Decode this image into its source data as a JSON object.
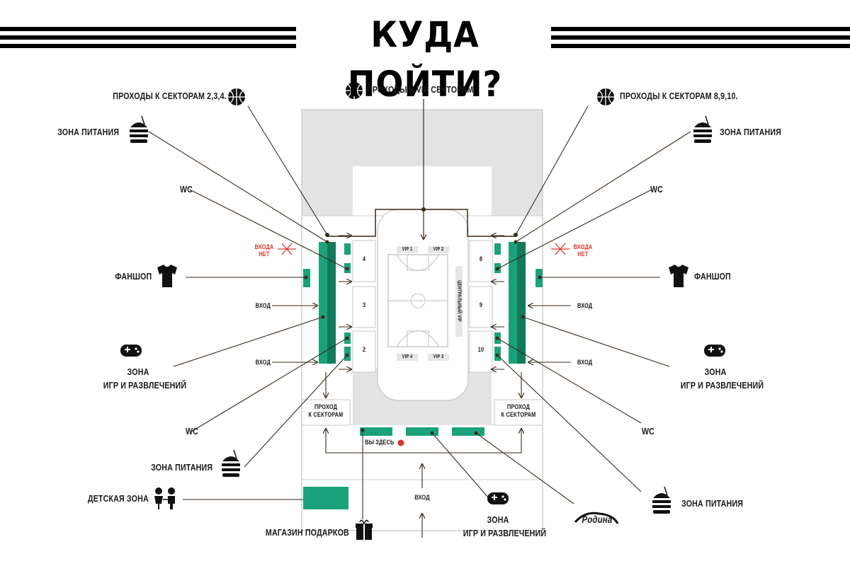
{
  "title": "КУДА ПОЙТИ?",
  "labels": {
    "passages_2_3_4": "ПРОХОДЫ К СЕКТОРАМ 2,3,4.",
    "passages_vip": "ПРОХОДЫ К VIP СЕКТОРАМ",
    "passages_8_9_10": "ПРОХОДЫ К СЕКТОРАМ 8,9,10.",
    "food_zone": "ЗОНА ПИТАНИЯ",
    "wc": "WC",
    "no_entry_line1": "ВХОДА",
    "no_entry_line2": "НЕТ",
    "fanshop": "ФАНШОП",
    "entrance": "ВХОД",
    "games_line1": "ЗОНА",
    "games_line2": "ИГР И РАЗВЛЕЧЕНИЙ",
    "passage_line1": "ПРОХОД",
    "passage_line2": "К СЕКТОРАМ",
    "you_are_here": "ВЫ ЗДЕСЬ",
    "kids_zone": "ДЕТСКАЯ ЗОНА",
    "gift_shop": "МАГАЗИН ПОДАРКОВ",
    "brand": "Родина",
    "central_vip": "ЦЕНТРАЛЬНЫЙ VIP"
  },
  "sectors": [
    "2",
    "3",
    "4",
    "8",
    "9",
    "10"
  ],
  "vip_boxes": [
    "VIP 1",
    "VIP 2",
    "VIP 3",
    "VIP 4"
  ],
  "colors": {
    "green": "#1aa37a",
    "line": "#3a2a1a",
    "floor": "#e3e3e3",
    "red": "#d9362b"
  },
  "icons": [
    "basketball-icon",
    "burger-icon",
    "tshirt-icon",
    "gamepad-icon",
    "gift-icon",
    "kids-icon",
    "crossed-arrow-icon",
    "you-are-here-dot"
  ]
}
